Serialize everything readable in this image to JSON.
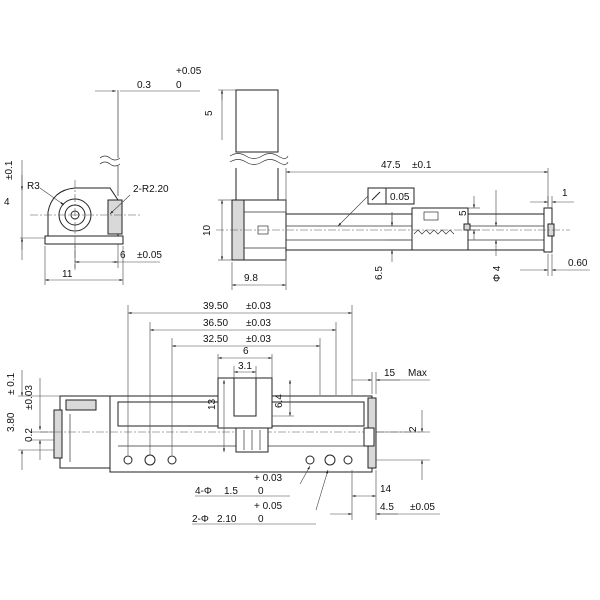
{
  "top_left_view": {
    "tol_top": "+0.05",
    "tol_bottom": "0",
    "dim_03": "0.3",
    "dim_4": "4",
    "tol_01": "±0.1",
    "r3": "R3",
    "r2": "2-R2.20",
    "dim_6": "6",
    "tol_005": "±0.05",
    "dim_11": "11"
  },
  "top_right_view": {
    "dim_475": "47.5",
    "tol_475": "±0.1",
    "flatness_symbol": "⏥",
    "flatness_value": "0.05",
    "dim_5_top": "5",
    "dim_5_right": "5",
    "dim_1": "1",
    "dim_10": "10",
    "dim_98": "9.8",
    "dim_65": "6.5",
    "dim_phi4": "Φ 4",
    "dim_060": "0.60"
  },
  "bottom_view": {
    "d3950": "39.50",
    "t3950": "±0.03",
    "d3650": "36.50",
    "t3650": "±0.03",
    "d3250": "32.50",
    "t3250": "±0.03",
    "d6": "6",
    "d31": "3.1",
    "d13": "13",
    "d64": "6.4",
    "d15": "15",
    "max": "Max",
    "d380": "3.80",
    "t380": "± 0.1",
    "t003": "±0.03",
    "d02": "0.2",
    "d2": "2",
    "hole4_label": "4-Φ",
    "hole4_d": "1.5",
    "hole4_tp": "+ 0.03",
    "hole4_tm": "0",
    "hole2_label": "2-Φ",
    "hole2_d": "2.10",
    "hole2_tp": "+ 0.05",
    "hole2_tm": "0",
    "d14": "14",
    "d45": "4.5",
    "t45": "±0.05"
  }
}
